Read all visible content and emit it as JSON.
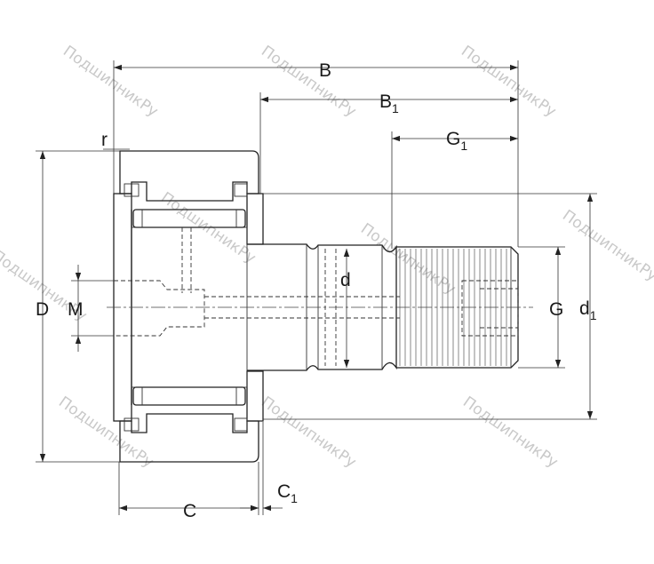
{
  "colors": {
    "outer_ring": "#b7c6e4",
    "line": "#222222",
    "watermark": "#c9c9c9"
  },
  "labels": {
    "B": "B",
    "B1_main": "B",
    "B1_sub": "1",
    "G1_main": "G",
    "G1_sub": "1",
    "r": "r",
    "D": "D",
    "M": "M",
    "d": "d",
    "G": "G",
    "d1_main": "d",
    "d1_sub": "1",
    "C": "C",
    "C1_main": "C",
    "C1_sub": "1"
  },
  "watermark": {
    "text": "ПодшипникРу"
  }
}
